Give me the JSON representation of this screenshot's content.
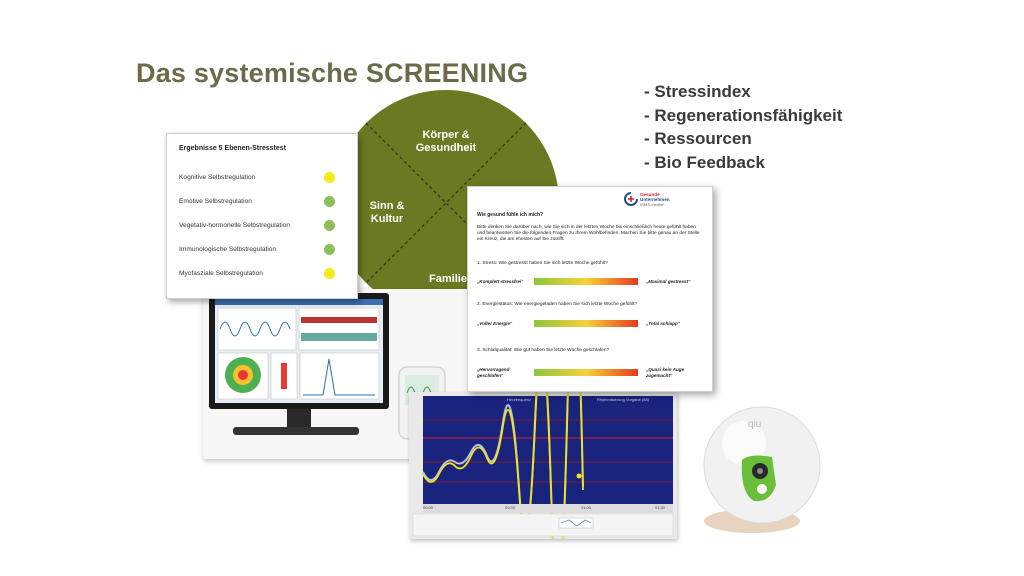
{
  "title": "Das systemische SCREENING",
  "bullets": [
    "- Stressindex",
    "- Regenerationsfähigkeit",
    "- Ressourcen",
    "- Bio Feedback"
  ],
  "circle": {
    "color": "#6b7a22",
    "labels": {
      "top": "Körper & Gesundheit",
      "left": "Sinn & Kultur",
      "bottom": "Familie"
    }
  },
  "results_card": {
    "title": "Ergebnisse 5 Ebenen-Stresstest",
    "rows": [
      {
        "label": "Kognitive Selbstregulation",
        "color": "#f2ea1c"
      },
      {
        "label": "Emotive Selbstregulation",
        "color": "#8cbf5a"
      },
      {
        "label": "Vegetativ-hormonelle Selbstregulation",
        "color": "#8cbf5a"
      },
      {
        "label": "Immunologische Selbstregulation",
        "color": "#8cbf5a"
      },
      {
        "label": "Myofasziale Selbstregulation",
        "color": "#f2ea1c"
      }
    ]
  },
  "questionnaire": {
    "logo_line1": "Gesunde",
    "logo_line2": "Unternehmen",
    "logo_line3": "iGMS-Institut*",
    "heading": "Wie gesund fühle ich mich?",
    "intro": "Bitte denken Sie darüber nach, wie Sie sich in der letzten Woche bis einschließlich heute gefühlt haben und beantworten Sie die folgenden Fragen zu Ihrem Wohlbefinden. Machen Sie bitte genau an der Stelle ein Kreuz, die am ehesten auf Sie zutrifft.",
    "questions": [
      {
        "text": "1. Stress: Wie gestresst haben Sie sich letzte Woche gefühlt?",
        "left": "„Komplett stressfrei“",
        "right": "„Maximal gestresst“"
      },
      {
        "text": "2. Energiestatus: Wie energiegeladen haben Sie sich letzte Woche gefühlt?",
        "left": "„Voller Energie“",
        "right": "„Total schlapp“"
      },
      {
        "text": "3. Schlafqualität: Wie gut haben Sie letzte Woche geschlafen?",
        "left": "„Hervorragend geschlafen“",
        "right": "„Quasi kein Auge zugemacht“"
      }
    ]
  },
  "graph_panel": {
    "legend_left": "Herzfrequenz",
    "legend_right": "Rhythmisierung Vorgabe (88)",
    "x_ticks": [
      "00:00",
      "00:30",
      "01:00",
      "01:30"
    ]
  },
  "device": {
    "logo": "qiu"
  }
}
